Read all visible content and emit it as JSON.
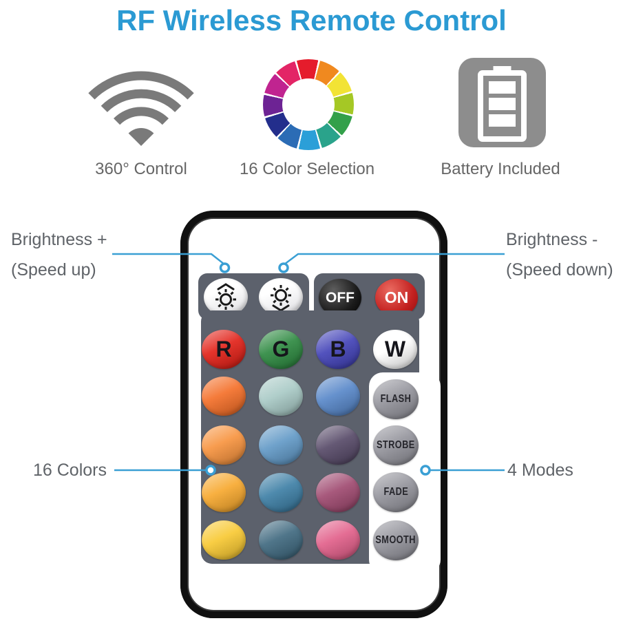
{
  "title": "RF Wireless Remote Control",
  "colors": {
    "title": "#2b9ad3",
    "callout": "#3a9fd4",
    "panel": "#5c616c",
    "remote_border": "#101010",
    "caption_text": "#666666",
    "label_text": "#5f6368"
  },
  "features": [
    {
      "label": "360° Control",
      "icon": "wifi-icon",
      "icon_color": "#7a7a7a"
    },
    {
      "label": "16 Color Selection",
      "icon": "color-wheel-icon",
      "wheel_colors": [
        "#e51c2c",
        "#f0891f",
        "#f2e335",
        "#a5c825",
        "#33a04a",
        "#2aa38b",
        "#2b9fd8",
        "#2b6cb5",
        "#232e8c",
        "#6d2394",
        "#c02490",
        "#e32566"
      ]
    },
    {
      "label": "Battery Included",
      "icon": "battery-icon",
      "icon_color": "#8d8d8d"
    }
  ],
  "callouts": {
    "brightness_up": {
      "line1": "Brightness +",
      "line2": "(Speed up)"
    },
    "brightness_down": {
      "line1": "Brightness -",
      "line2": "(Speed down)"
    },
    "colors_label": "16 Colors",
    "modes_label": "4 Modes"
  },
  "remote": {
    "power_buttons": [
      {
        "label": "OFF",
        "color": "#1a1a1a"
      },
      {
        "label": "ON",
        "color": "#c32120"
      }
    ],
    "letter_buttons": [
      {
        "label": "R",
        "color": "#e2231a"
      },
      {
        "label": "G",
        "color": "#2f8a42"
      },
      {
        "label": "B",
        "color": "#4444b8"
      },
      {
        "label": "W",
        "color": "#ffffff"
      }
    ],
    "color_grid": [
      "#f4702a",
      "#a9cac6",
      "#5988c9",
      "#f79440",
      "#639ac7",
      "#584b69",
      "#f7a930",
      "#3f80a6",
      "#a04b71",
      "#f8c934",
      "#416a80",
      "#e2618b"
    ],
    "mode_buttons": [
      {
        "label": "FLASH"
      },
      {
        "label": "STROBE"
      },
      {
        "label": "FADE"
      },
      {
        "label": "SMOOTH"
      }
    ]
  }
}
